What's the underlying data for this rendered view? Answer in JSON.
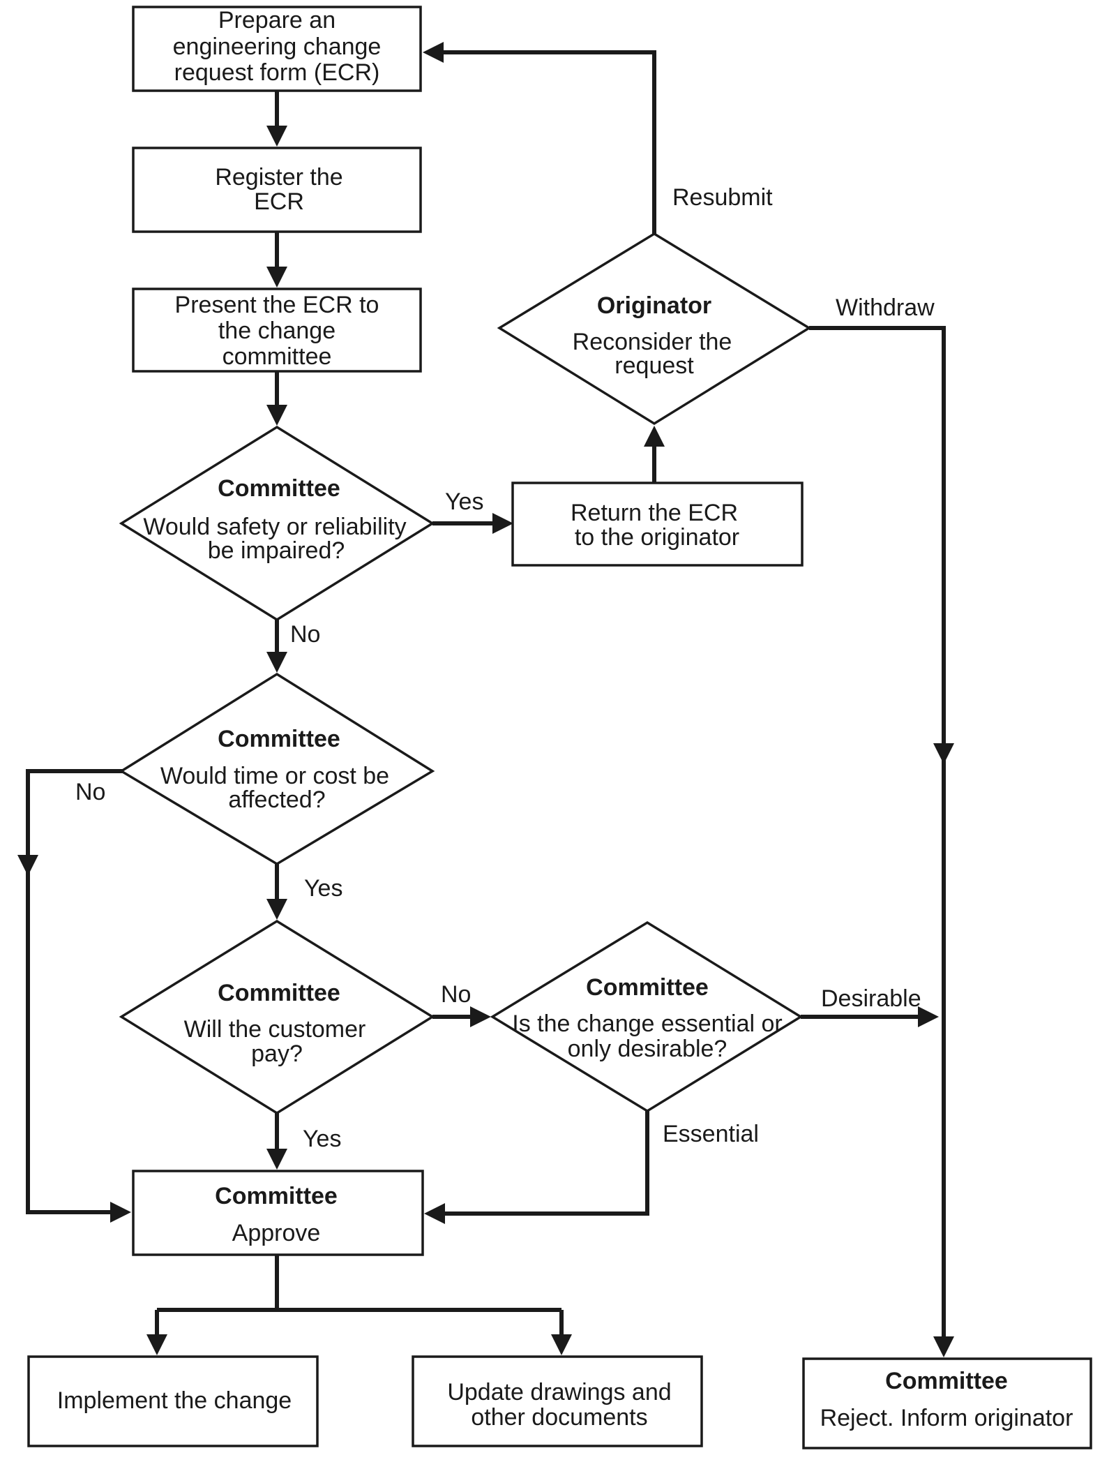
{
  "nodes": {
    "prepare": {
      "lines": [
        "Prepare an",
        "engineering change",
        "request form (ECR)"
      ]
    },
    "register": {
      "lines": [
        "Register the",
        "ECR"
      ]
    },
    "present": {
      "lines": [
        "Present the ECR to",
        "the change",
        "committee"
      ]
    },
    "safety": {
      "title": "Committee",
      "lines": [
        "Would safety or reliability",
        "be impaired?"
      ]
    },
    "return": {
      "lines": [
        "Return the ECR",
        "to the originator"
      ]
    },
    "originator": {
      "title": "Originator",
      "lines": [
        "Reconsider the",
        "request"
      ]
    },
    "time_cost": {
      "title": "Committee",
      "lines": [
        "Would time or cost be",
        "affected?"
      ]
    },
    "customer_pay": {
      "title": "Committee",
      "lines": [
        "Will the customer",
        "pay?"
      ]
    },
    "essential": {
      "title": "Committee",
      "lines": [
        "Is the change essential or",
        "only desirable?"
      ]
    },
    "approve": {
      "title": "Committee",
      "lines": [
        "Approve"
      ]
    },
    "implement": {
      "lines": [
        "Implement the change"
      ]
    },
    "update": {
      "lines": [
        "Update drawings and",
        "other documents"
      ]
    },
    "reject": {
      "title": "Committee",
      "lines": [
        "Reject. Inform originator"
      ]
    }
  },
  "edge_labels": {
    "resubmit": "Resubmit",
    "withdraw": "Withdraw",
    "safety_yes": "Yes",
    "safety_no": "No",
    "time_no": "No",
    "time_yes": "Yes",
    "pay_no": "No",
    "pay_yes": "Yes",
    "desirable": "Desirable",
    "essential": "Essential"
  }
}
